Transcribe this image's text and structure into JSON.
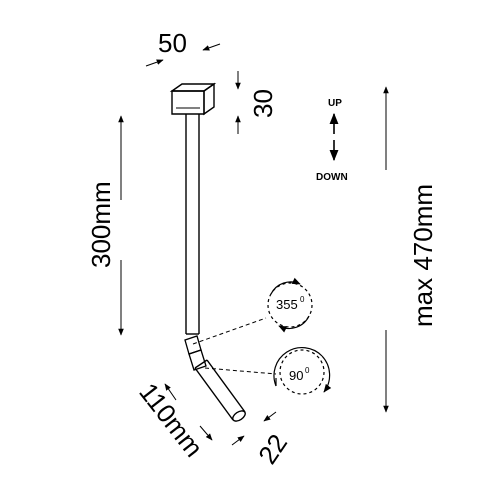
{
  "dimensions": {
    "width_top": "50",
    "mount_height": "30",
    "rod_length": "300mm",
    "head_length": "110mm",
    "head_diameter": "22",
    "max_height": "max 470mm"
  },
  "rotation": {
    "horizontal": "355",
    "horizontal_unit": "0",
    "tilt": "90",
    "tilt_unit": "0"
  },
  "direction": {
    "up": "UP",
    "down": "DOWN"
  },
  "colors": {
    "line": "#000000",
    "background": "#ffffff"
  }
}
